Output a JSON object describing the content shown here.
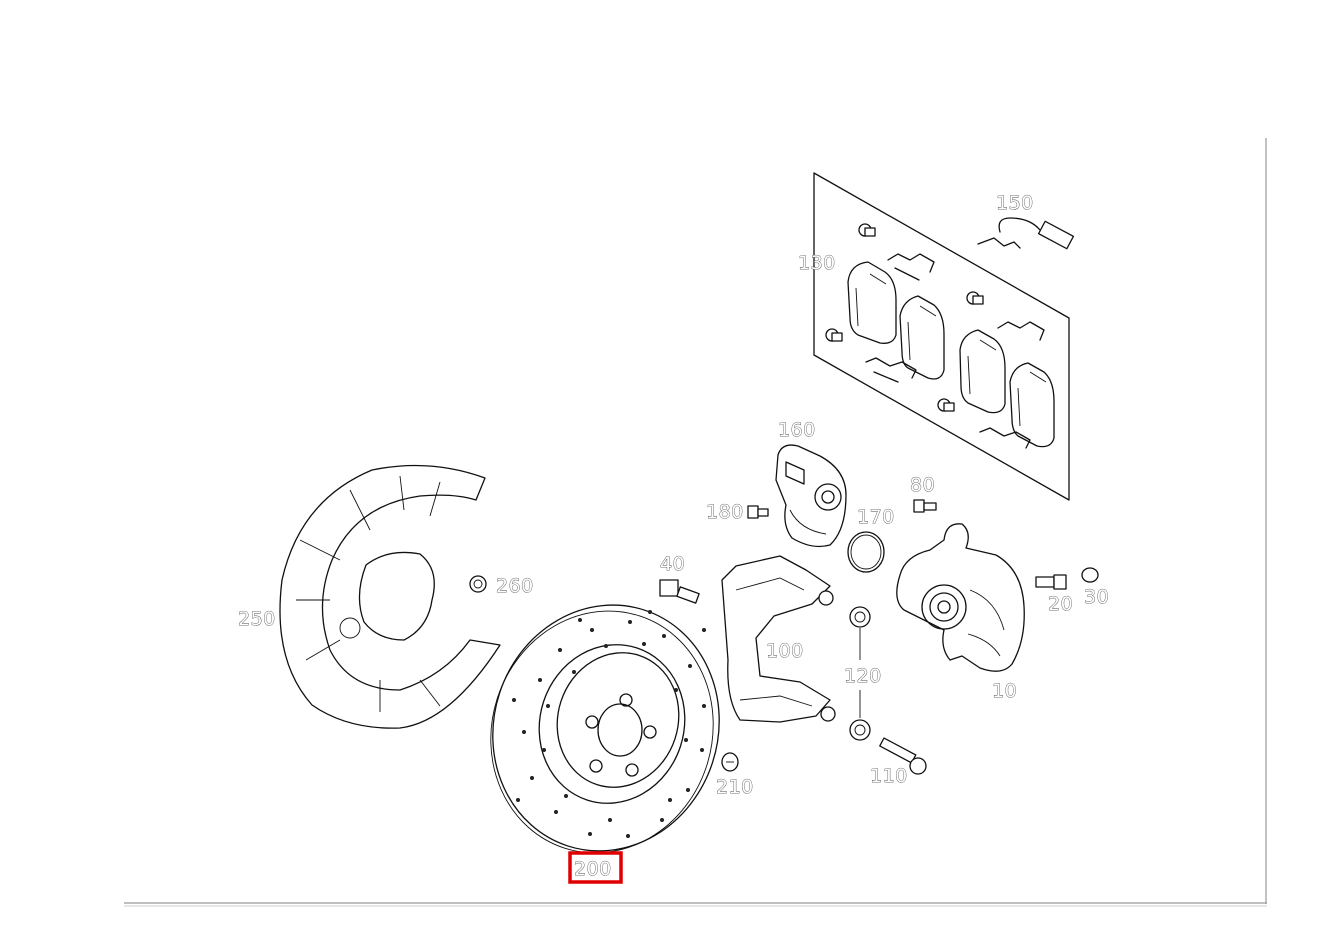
{
  "diagram": {
    "callouts": [
      {
        "id": "150",
        "label": "150"
      },
      {
        "id": "130",
        "label": "130"
      },
      {
        "id": "160",
        "label": "160"
      },
      {
        "id": "180",
        "label": "180"
      },
      {
        "id": "170",
        "label": "170"
      },
      {
        "id": "80",
        "label": "80"
      },
      {
        "id": "40",
        "label": "40"
      },
      {
        "id": "260",
        "label": "260"
      },
      {
        "id": "250",
        "label": "250"
      },
      {
        "id": "100",
        "label": "100"
      },
      {
        "id": "120",
        "label": "120"
      },
      {
        "id": "20",
        "label": "20"
      },
      {
        "id": "30",
        "label": "30"
      },
      {
        "id": "10",
        "label": "10"
      },
      {
        "id": "210",
        "label": "210"
      },
      {
        "id": "110",
        "label": "110"
      },
      {
        "id": "200",
        "label": "200"
      }
    ],
    "highlighted_part": "200",
    "highlight_color": "#e00000"
  }
}
